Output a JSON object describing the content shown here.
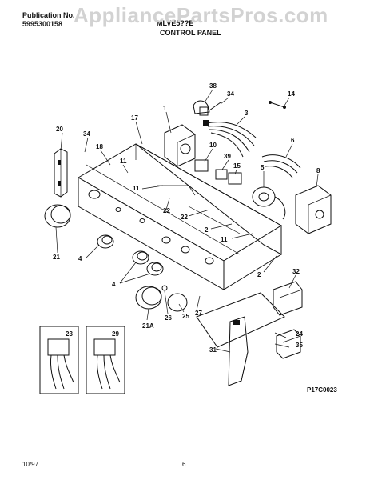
{
  "header": {
    "publication_label": "Publication No.",
    "publication_number": "5995300158",
    "model": "MLVE5??E",
    "section_title": "CONTROL PANEL",
    "watermark": "AppliancePartsPros.com"
  },
  "diagram": {
    "part_callouts": [
      "38",
      "34",
      "14",
      "1",
      "3",
      "17",
      "20",
      "34",
      "18",
      "10",
      "39",
      "6",
      "11",
      "15",
      "5",
      "8",
      "11",
      "22",
      "22",
      "2",
      "11",
      "21",
      "4",
      "2",
      "32",
      "4",
      "27",
      "24",
      "21A",
      "26",
      "25",
      "35",
      "23",
      "29",
      "31"
    ],
    "figure_code": "P17C0023"
  },
  "footer": {
    "date": "10/97",
    "page": "6"
  }
}
